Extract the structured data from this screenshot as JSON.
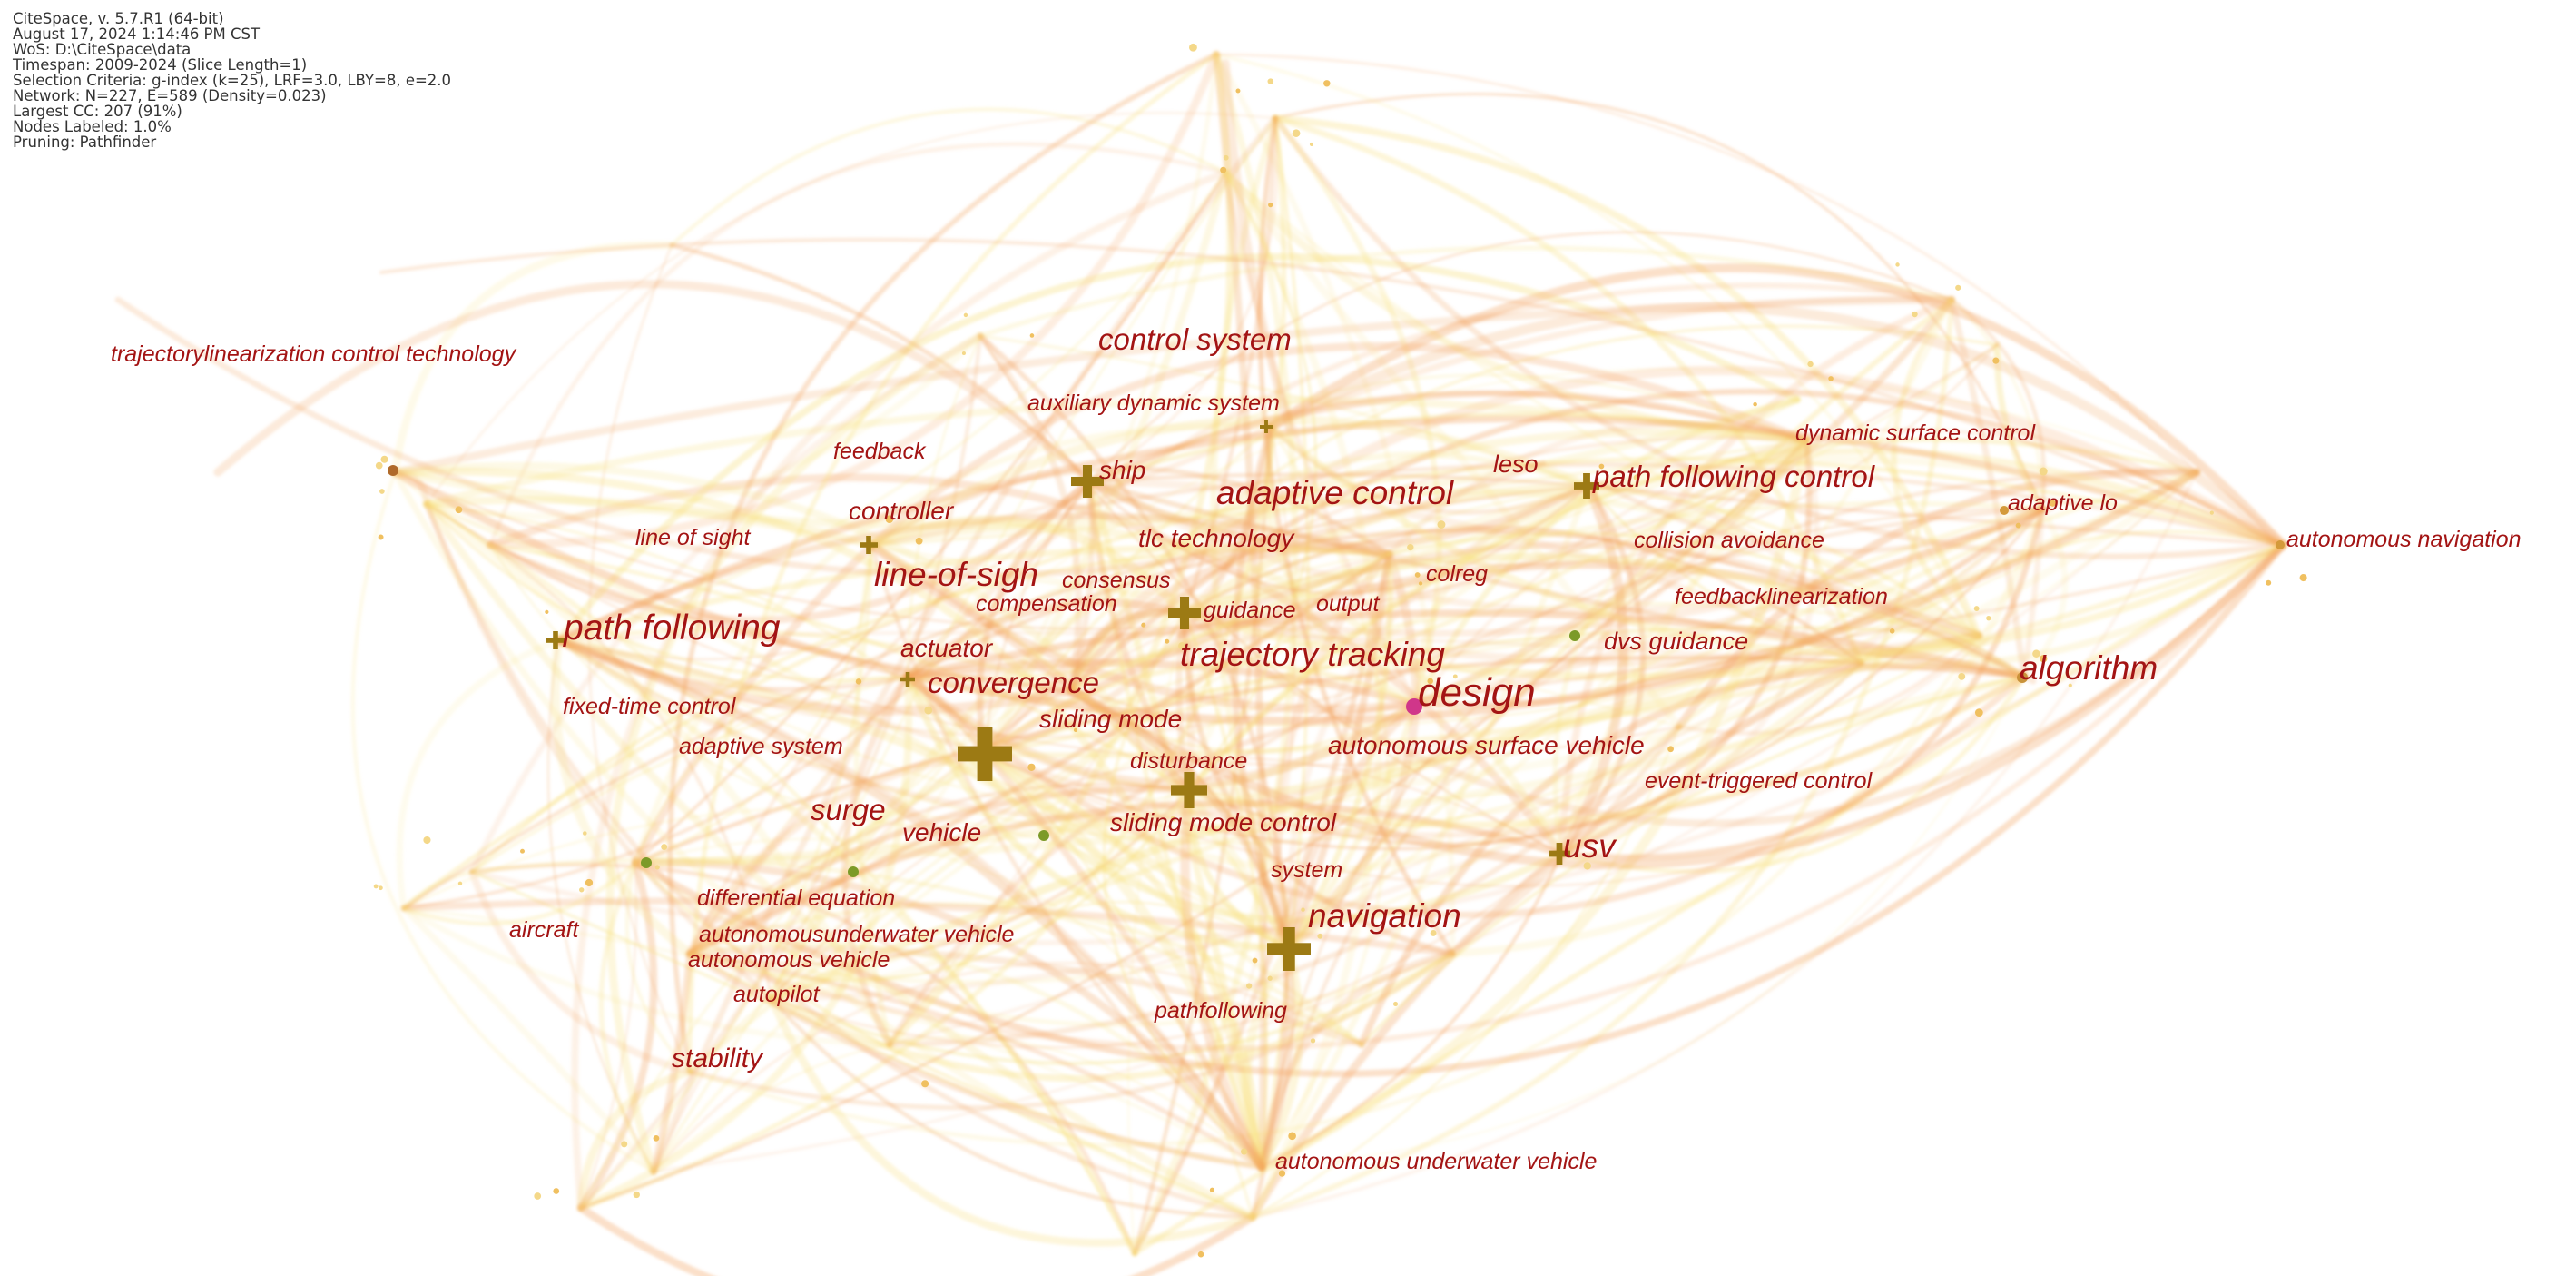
{
  "info": {
    "lines": [
      "CiteSpace, v. 5.7.R1 (64-bit)",
      "August 17, 2024 1:14:46 PM CST",
      "WoS: D:\\CiteSpace\\data",
      "Timespan: 2009-2024 (Slice Length=1)",
      "Selection Criteria: g-index (k=25), LRF=3.0, LBY=8, e=2.0",
      "Network: N=227, E=589 (Density=0.023)",
      "Largest CC: 207 (91%)",
      "Nodes Labeled: 1.0%",
      "Pruning: Pathfinder"
    ]
  },
  "colors": {
    "label": "#a31414",
    "node_cross": "#9c7a14",
    "edge_warm": "#f2a05a",
    "edge_light": "#f7df7c",
    "node_magenta": "#d0368a",
    "node_green": "#7c9a28"
  },
  "keywords": [
    "trajectorylinearization control technology",
    "control system",
    "auxiliary dynamic system",
    "dynamic surface control",
    "feedback",
    "ship",
    "adaptive control",
    "leso",
    "path following control",
    "adaptive lo",
    "autonomous navigation",
    "controller",
    "line of sight",
    "tlc technology",
    "collision avoidance",
    "line-of-sigh",
    "consensus",
    "output",
    "colreg",
    "feedbacklinearization",
    "compensation",
    "guidance",
    "path following",
    "actuator",
    "dvs guidance",
    "trajectory tracking",
    "algorithm",
    "convergence",
    "design",
    "fixed-time control",
    "sliding mode",
    "adaptive system",
    "autonomous surface vehicle",
    "disturbance",
    "event-triggered control",
    "surge",
    "vehicle",
    "sliding mode control",
    "usv",
    "system",
    "differential equation",
    "navigation",
    "aircraft",
    "autonomousunderwater vehicle",
    "autonomous vehicle",
    "autopilot",
    "pathfollowing",
    "stability",
    "autonomous underwater vehicle"
  ]
}
